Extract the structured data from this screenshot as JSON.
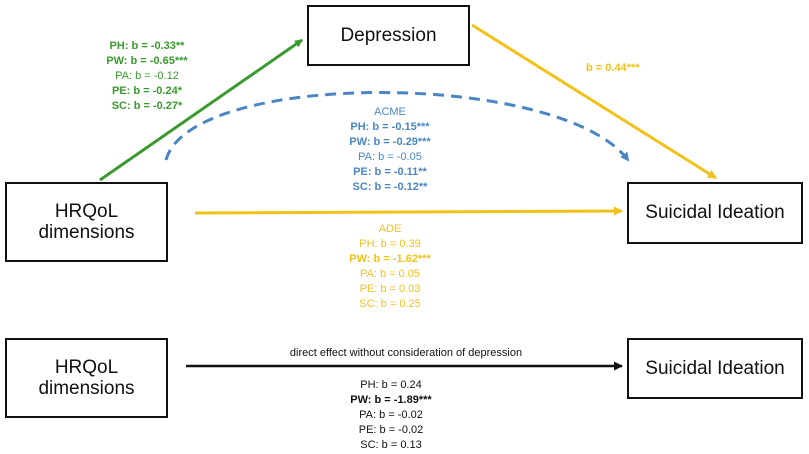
{
  "boxes": {
    "depression": "Depression",
    "hrqol_top": [
      "HRQoL",
      "dimensions"
    ],
    "suicidal_top": "Suicidal Ideation",
    "hrqol_bottom": [
      "HRQoL",
      "dimensions"
    ],
    "suicidal_bottom": "Suicidal Ideation"
  },
  "paths": {
    "hrqol_to_depression": [
      {
        "text": "PH: b = -0.33**",
        "bold": true
      },
      {
        "text": "PW: b = -0.65***",
        "bold": true
      },
      {
        "text": "PA: b = -0.12",
        "bold": false
      },
      {
        "text": "PE: b = -0.24*",
        "bold": true
      },
      {
        "text": "SC: b = -0.27*",
        "bold": true
      }
    ],
    "depression_to_si": "b = 0.44***"
  },
  "acme": {
    "title": "ACME",
    "lines": [
      {
        "text": "PH: b = -0.15***",
        "bold": true
      },
      {
        "text": "PW: b = -0.29***",
        "bold": true
      },
      {
        "text": "PA: b = -0.05",
        "bold": false
      },
      {
        "text": "PE: b = -0.11**",
        "bold": true
      },
      {
        "text": "SC: b = -0.12**",
        "bold": true
      }
    ]
  },
  "ade": {
    "title": "ADE",
    "lines": [
      {
        "text": "PH: b = 0.39",
        "bold": false
      },
      {
        "text": "PW: b = -1.62***",
        "bold": true
      },
      {
        "text": "PA: b = 0.05",
        "bold": false
      },
      {
        "text": "PE: b = 0.03",
        "bold": false
      },
      {
        "text": "SC: b = 0.25",
        "bold": false
      }
    ]
  },
  "total": {
    "label": "direct effect without consideration of depression",
    "lines": [
      {
        "text": "PH: b =  0.24",
        "bold": false
      },
      {
        "text": "PW: b =  -1.89***",
        "bold": true
      },
      {
        "text": "PA: b =  -0.02",
        "bold": false
      },
      {
        "text": "PE: b =  -0.02",
        "bold": false
      },
      {
        "text": "SC: b =  0.13",
        "bold": false
      }
    ]
  },
  "colors": {
    "green": "#3b9a2f",
    "yellow": "#f2c21b",
    "blue": "#4a86c4",
    "black": "#111111"
  }
}
